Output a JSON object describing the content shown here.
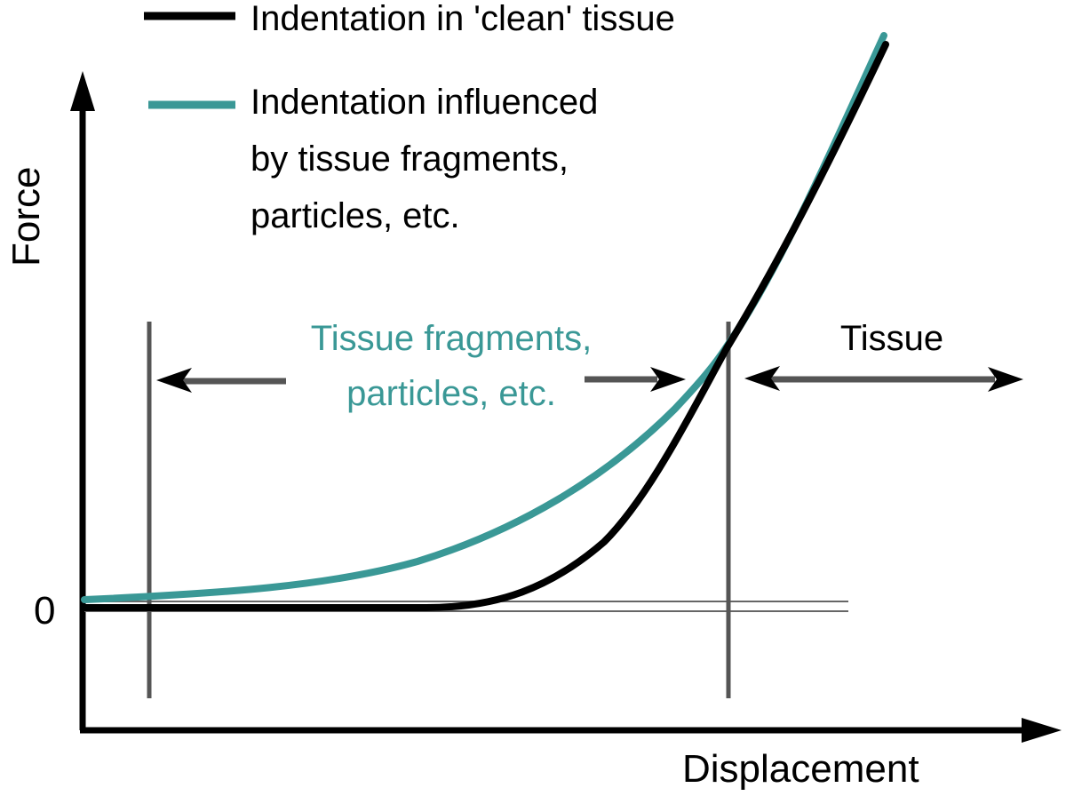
{
  "colors": {
    "clean_curve": "#000000",
    "influenced_curve": "#3a9896",
    "marker": "#555555",
    "baseline": "#666666"
  },
  "legend": [
    {
      "label": "Indentation in 'clean' tissue",
      "color": "#000000"
    },
    {
      "label_lines": [
        "Indentation influenced",
        "by tissue fragments,",
        "particles, etc."
      ],
      "color": "#3a9896"
    }
  ],
  "axes": {
    "y_label": "Force",
    "x_label": "Displacement",
    "zero_tick": "0"
  },
  "regions": {
    "fragments_lines": [
      "Tissue fragments,",
      "particles, etc."
    ],
    "tissue": "Tissue"
  }
}
